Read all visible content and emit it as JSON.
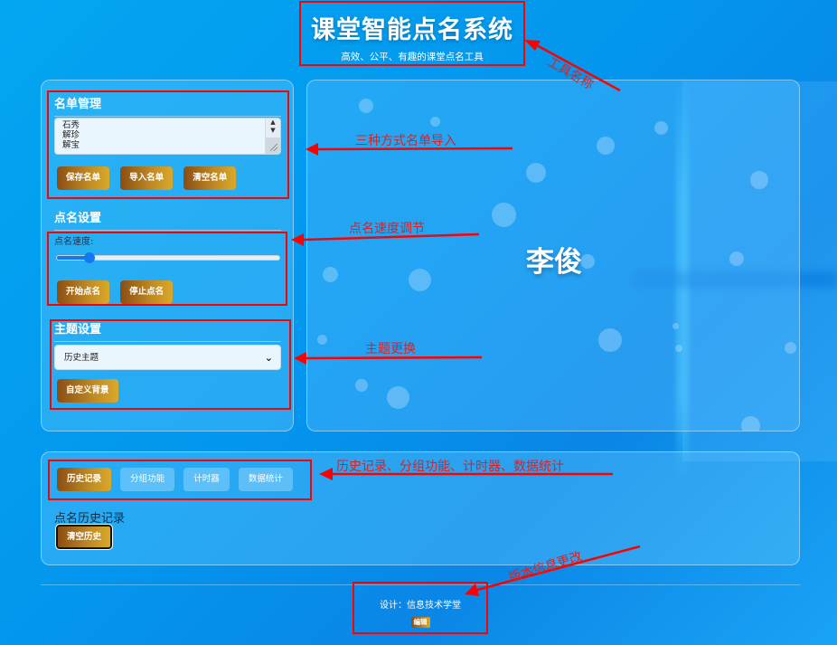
{
  "header": {
    "title": "课堂智能点名系统",
    "subtitle": "高效、公平、有趣的课堂点名工具"
  },
  "roster": {
    "title": "名单管理",
    "names": [
      "石秀",
      "解珍",
      "解宝"
    ],
    "buttons": {
      "save": "保存名单",
      "import": "导入名单",
      "clear": "清空名单"
    }
  },
  "call_settings": {
    "title": "点名设置",
    "speed_label": "点名速度:",
    "speed_value_percent": 15,
    "buttons": {
      "start": "开始点名",
      "stop": "停止点名"
    }
  },
  "theme_settings": {
    "title": "主题设置",
    "selected_theme": "历史主题",
    "custom_bg_button": "自定义背景"
  },
  "display": {
    "current_name": "李俊"
  },
  "bottom": {
    "tabs": [
      {
        "label": "历史记录",
        "active": true
      },
      {
        "label": "分组功能",
        "active": false
      },
      {
        "label": "计时器",
        "active": false
      },
      {
        "label": "数据统计",
        "active": false
      }
    ],
    "history_title": "点名历史记录",
    "clear_history_button": "清空历史"
  },
  "footer": {
    "credit": "设计：信息技术学堂",
    "edit_button": "编辑"
  },
  "annotations": {
    "tool_name": "工具名称",
    "import_methods": "三种方式名单导入",
    "speed_adjust": "点名速度调节",
    "theme_change": "主题更换",
    "features": "历史记录、分组功能、计时器、数据统计",
    "version_info": "版本信息更改"
  },
  "colors": {
    "background": "#0396ee",
    "button_gradient_start": "#8a4d14",
    "button_gradient_end": "#d9a92a",
    "slider_accent": "#1478f0",
    "annotation_red": "#ff0000"
  }
}
